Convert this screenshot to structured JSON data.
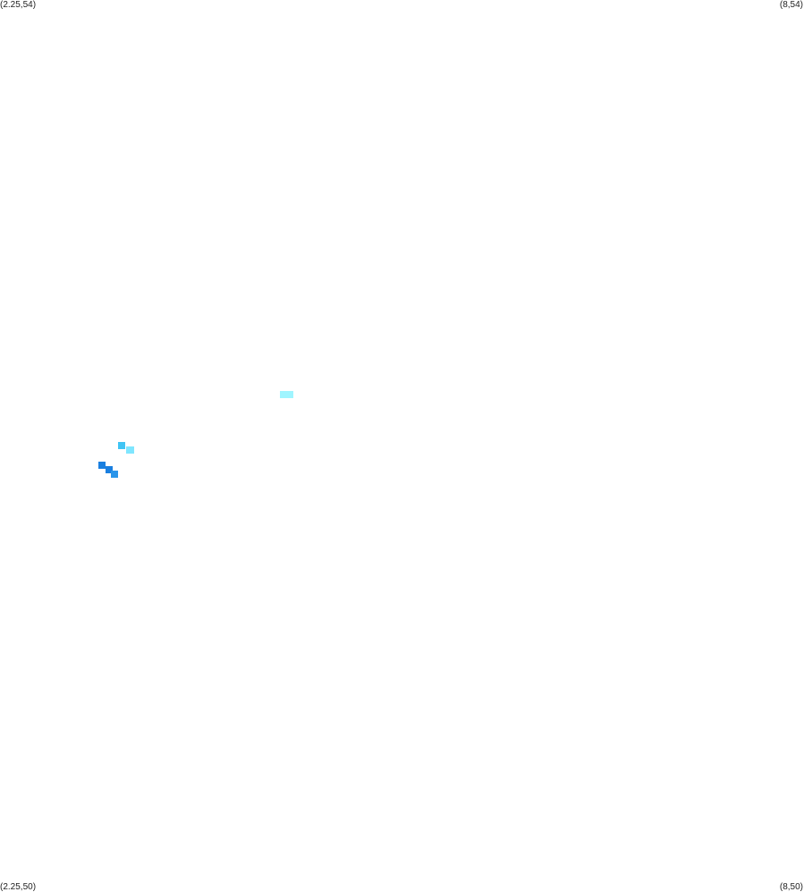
{
  "map": {
    "corners": {
      "top_left": "(2.25,54)",
      "top_right": "(8,54)",
      "bottom_left": "(2.25,50)",
      "bottom_right": "(8,50)"
    },
    "bounds": {
      "lon_min": 2.25,
      "lon_max": 8,
      "lat_min": 50,
      "lat_max": 54
    },
    "background": "#ffffff",
    "cells": [
      {
        "lon": 4.28,
        "lat": 52.23,
        "color": "#9ff5ff"
      },
      {
        "lon": 4.32,
        "lat": 52.23,
        "color": "#9ff5ff"
      },
      {
        "lon": 3.12,
        "lat": 52.0,
        "color": "#40c4f4"
      },
      {
        "lon": 3.18,
        "lat": 51.98,
        "color": "#7fe6ff"
      },
      {
        "lon": 2.98,
        "lat": 51.91,
        "color": "#1a7fe0"
      },
      {
        "lon": 3.03,
        "lat": 51.89,
        "color": "#1a7fe0"
      },
      {
        "lon": 3.07,
        "lat": 51.87,
        "color": "#2a95ea"
      }
    ],
    "cell_size_deg": {
      "lon": 0.055,
      "lat": 0.032
    }
  }
}
